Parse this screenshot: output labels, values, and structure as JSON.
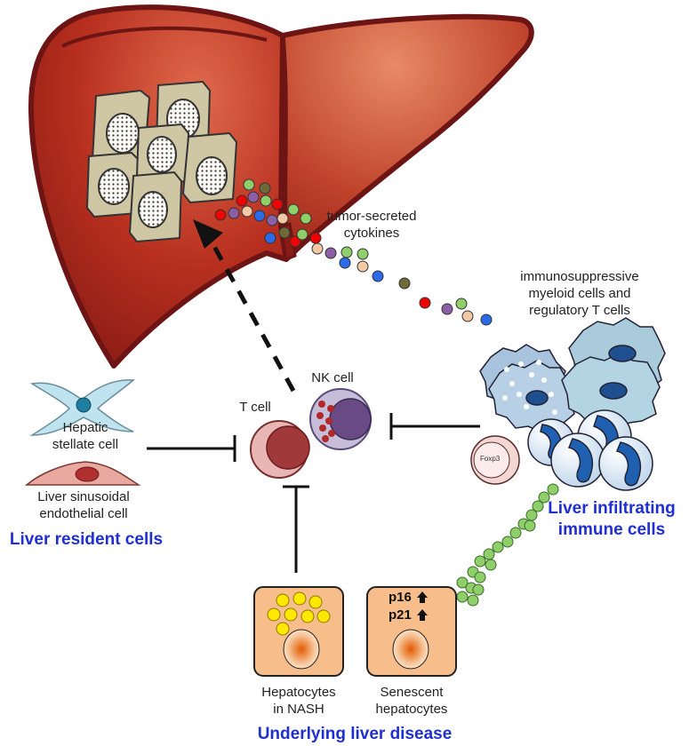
{
  "labels": {
    "cytokines_l1": "tumor-secreted",
    "cytokines_l2": "cytokines",
    "suppressive_l1": "immunosuppressive",
    "suppressive_l2": "myeloid cells and",
    "suppressive_l3": "regulatory  T cells",
    "nk_cell": "NK cell",
    "t_cell": "T cell",
    "stellate_l1": "Hepatic",
    "stellate_l2": "stellate cell",
    "lsec_l1": "Liver  sinusoidal",
    "lsec_l2": "endothelial  cell",
    "nash_l1": "Hepatocytes",
    "nash_l2": "in NASH",
    "senescent_l1": "Senescent",
    "senescent_l2": "hepatocytes",
    "p16": "p16",
    "p21": "p21",
    "foxp3": "Foxp3"
  },
  "groups": {
    "resident": "Liver resident cells",
    "infiltrating_l1": "Liver infiltrating",
    "infiltrating_l2": "immune cells",
    "disease": "Underlying liver disease"
  },
  "colors": {
    "liver": "#b0281e",
    "liver_outline": "#6d1414",
    "tumor_cell": "#cfc6a4",
    "blue_label": "#1f2fd0",
    "hepatocyte_box": "#f7be8c",
    "lipid_droplet": "#ffe800",
    "cytokine_chain": "#8fcf6a",
    "stellate": "#bfe3ef",
    "lsec": "#e9a9a0"
  }
}
